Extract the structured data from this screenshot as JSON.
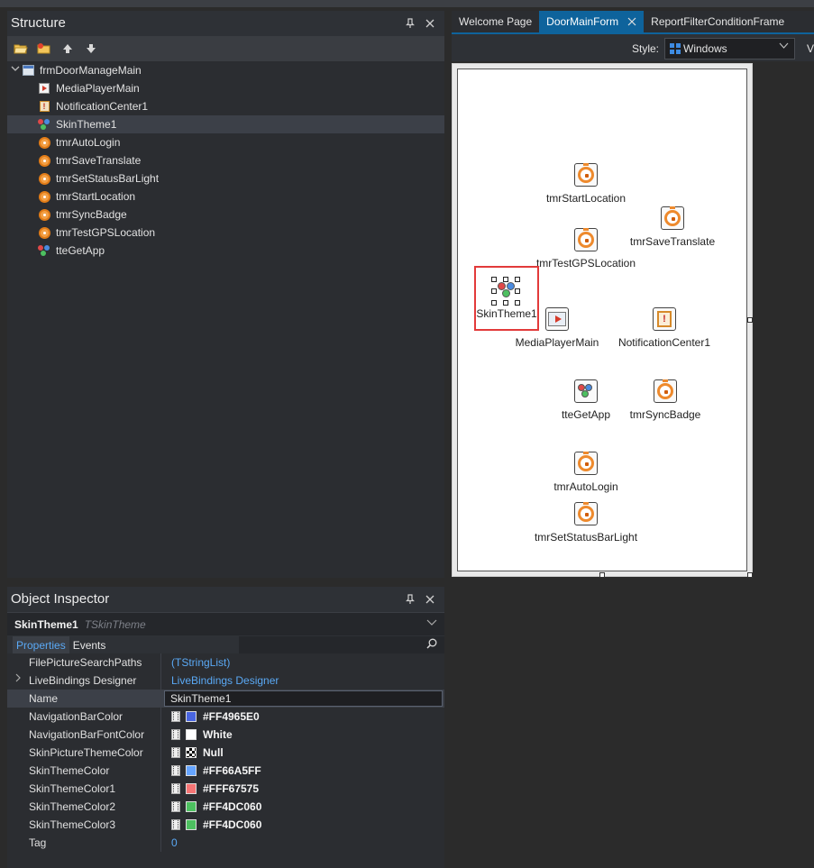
{
  "structure": {
    "title": "Structure",
    "tree": [
      {
        "label": "frmDoorManageMain",
        "icon": "form-icon",
        "level": 0
      },
      {
        "label": "MediaPlayerMain",
        "icon": "media-player-icon",
        "level": 1
      },
      {
        "label": "NotificationCenter1",
        "icon": "notification-icon",
        "level": 1
      },
      {
        "label": "SkinTheme1",
        "icon": "skin-theme-icon",
        "level": 1,
        "selected": true
      },
      {
        "label": "tmrAutoLogin",
        "icon": "timer-icon",
        "level": 1
      },
      {
        "label": "tmrSaveTranslate",
        "icon": "timer-icon",
        "level": 1
      },
      {
        "label": "tmrSetStatusBarLight",
        "icon": "timer-icon",
        "level": 1
      },
      {
        "label": "tmrStartLocation",
        "icon": "timer-icon",
        "level": 1
      },
      {
        "label": "tmrSyncBadge",
        "icon": "timer-icon",
        "level": 1
      },
      {
        "label": "tmrTestGPSLocation",
        "icon": "timer-icon",
        "level": 1
      },
      {
        "label": "tteGetApp",
        "icon": "skin-theme-icon",
        "level": 1
      }
    ]
  },
  "inspector": {
    "title": "Object Inspector",
    "object_name": "SkinTheme1",
    "object_type": "TSkinTheme",
    "tabs": [
      "Properties",
      "Events"
    ],
    "properties": [
      {
        "name": "FilePictureSearchPaths",
        "value": "(TStringList)"
      },
      {
        "name": "LiveBindings Designer",
        "value": "LiveBindings Designer"
      },
      {
        "name": "Name",
        "value": "SkinTheme1"
      },
      {
        "name": "NavigationBarColor",
        "value": "#FF4965E0",
        "swatch": "#4965E0"
      },
      {
        "name": "NavigationBarFontColor",
        "value": "White",
        "swatch": "#FFFFFF"
      },
      {
        "name": "SkinPictureThemeColor",
        "value": "Null",
        "swatch": "null"
      },
      {
        "name": "SkinThemeColor",
        "value": "#FF66A5FF",
        "swatch": "#66A5FF"
      },
      {
        "name": "SkinThemeColor1",
        "value": "#FFF67575",
        "swatch": "#F67575"
      },
      {
        "name": "SkinThemeColor2",
        "value": "#FF4DC060",
        "swatch": "#4DC060"
      },
      {
        "name": "SkinThemeColor3",
        "value": "#FF4DC060",
        "swatch": "#4DC060"
      },
      {
        "name": "Tag",
        "value": "0"
      }
    ]
  },
  "designer": {
    "tabs": [
      "Welcome Page",
      "DoorMainForm",
      "ReportFilterConditionFrame"
    ],
    "active_tab": "DoorMainForm",
    "style_label": "Style:",
    "style_value": "Windows",
    "cut_label": "Vi",
    "components": [
      {
        "label": "tmrStartLocation",
        "icon": "timer"
      },
      {
        "label": "tmrSaveTranslate",
        "icon": "timer"
      },
      {
        "label": "tmrTestGPSLocation",
        "icon": "timer"
      },
      {
        "label": "SkinTheme1",
        "icon": "skin"
      },
      {
        "label": "MediaPlayerMain",
        "icon": "media"
      },
      {
        "label": "NotificationCenter1",
        "icon": "notification"
      },
      {
        "label": "tteGetApp",
        "icon": "skin"
      },
      {
        "label": "tmrSyncBadge",
        "icon": "timer"
      },
      {
        "label": "tmrAutoLogin",
        "icon": "timer"
      },
      {
        "label": "tmrSetStatusBarLight",
        "icon": "timer"
      }
    ]
  },
  "colors": {
    "accent": "#0E639C",
    "selection_outline": "#E23A3A",
    "link": "#5AA9F5"
  }
}
